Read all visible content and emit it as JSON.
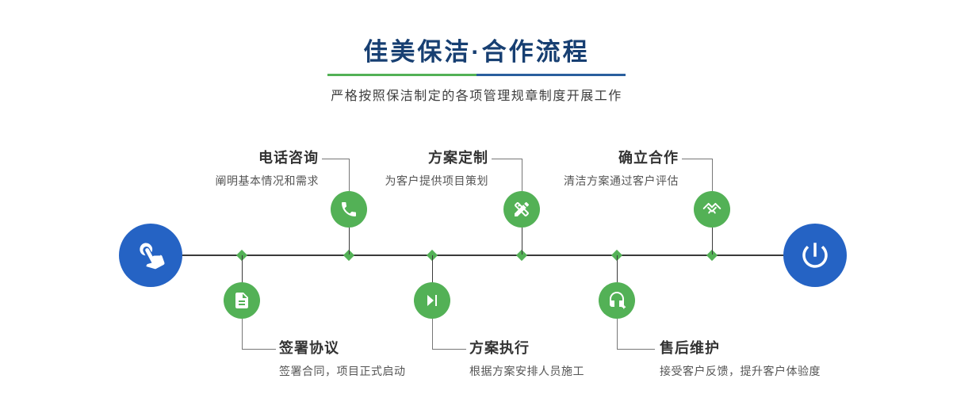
{
  "header": {
    "title": "佳美保洁·合作流程",
    "subtitle": "严格按照保洁制定的各项管理规章制度开展工作",
    "underline": {
      "left_color": "#53b156",
      "right_color": "#2a5f9e"
    }
  },
  "colors": {
    "accent_green": "#53b156",
    "accent_blue": "#2563c4",
    "title_navy": "#173f72",
    "line_dark": "#3a3a3a",
    "label_text": "#333333",
    "desc_text": "#555555"
  },
  "timeline": {
    "start": {
      "icon": "pointing-hand-icon"
    },
    "end": {
      "icon": "power-icon"
    },
    "steps": [
      {
        "label": "电话咨询",
        "desc": "阐明基本情况和需求",
        "icon": "phone-icon",
        "position": "top"
      },
      {
        "label": "方案定制",
        "desc": "为客户提供项目策划",
        "icon": "pencil-ruler-icon",
        "position": "top"
      },
      {
        "label": "确立合作",
        "desc": "清洁方案通过客户评估",
        "icon": "handshake-icon",
        "position": "top"
      },
      {
        "label": "签署协议",
        "desc": "签署合同，项目正式启动",
        "icon": "contract-icon",
        "position": "bottom"
      },
      {
        "label": "方案执行",
        "desc": "根据方案安排人员施工",
        "icon": "play-icon",
        "position": "bottom"
      },
      {
        "label": "售后维护",
        "desc": "接受客户反馈，提升客户体验度",
        "icon": "headset-icon",
        "position": "bottom"
      }
    ]
  }
}
